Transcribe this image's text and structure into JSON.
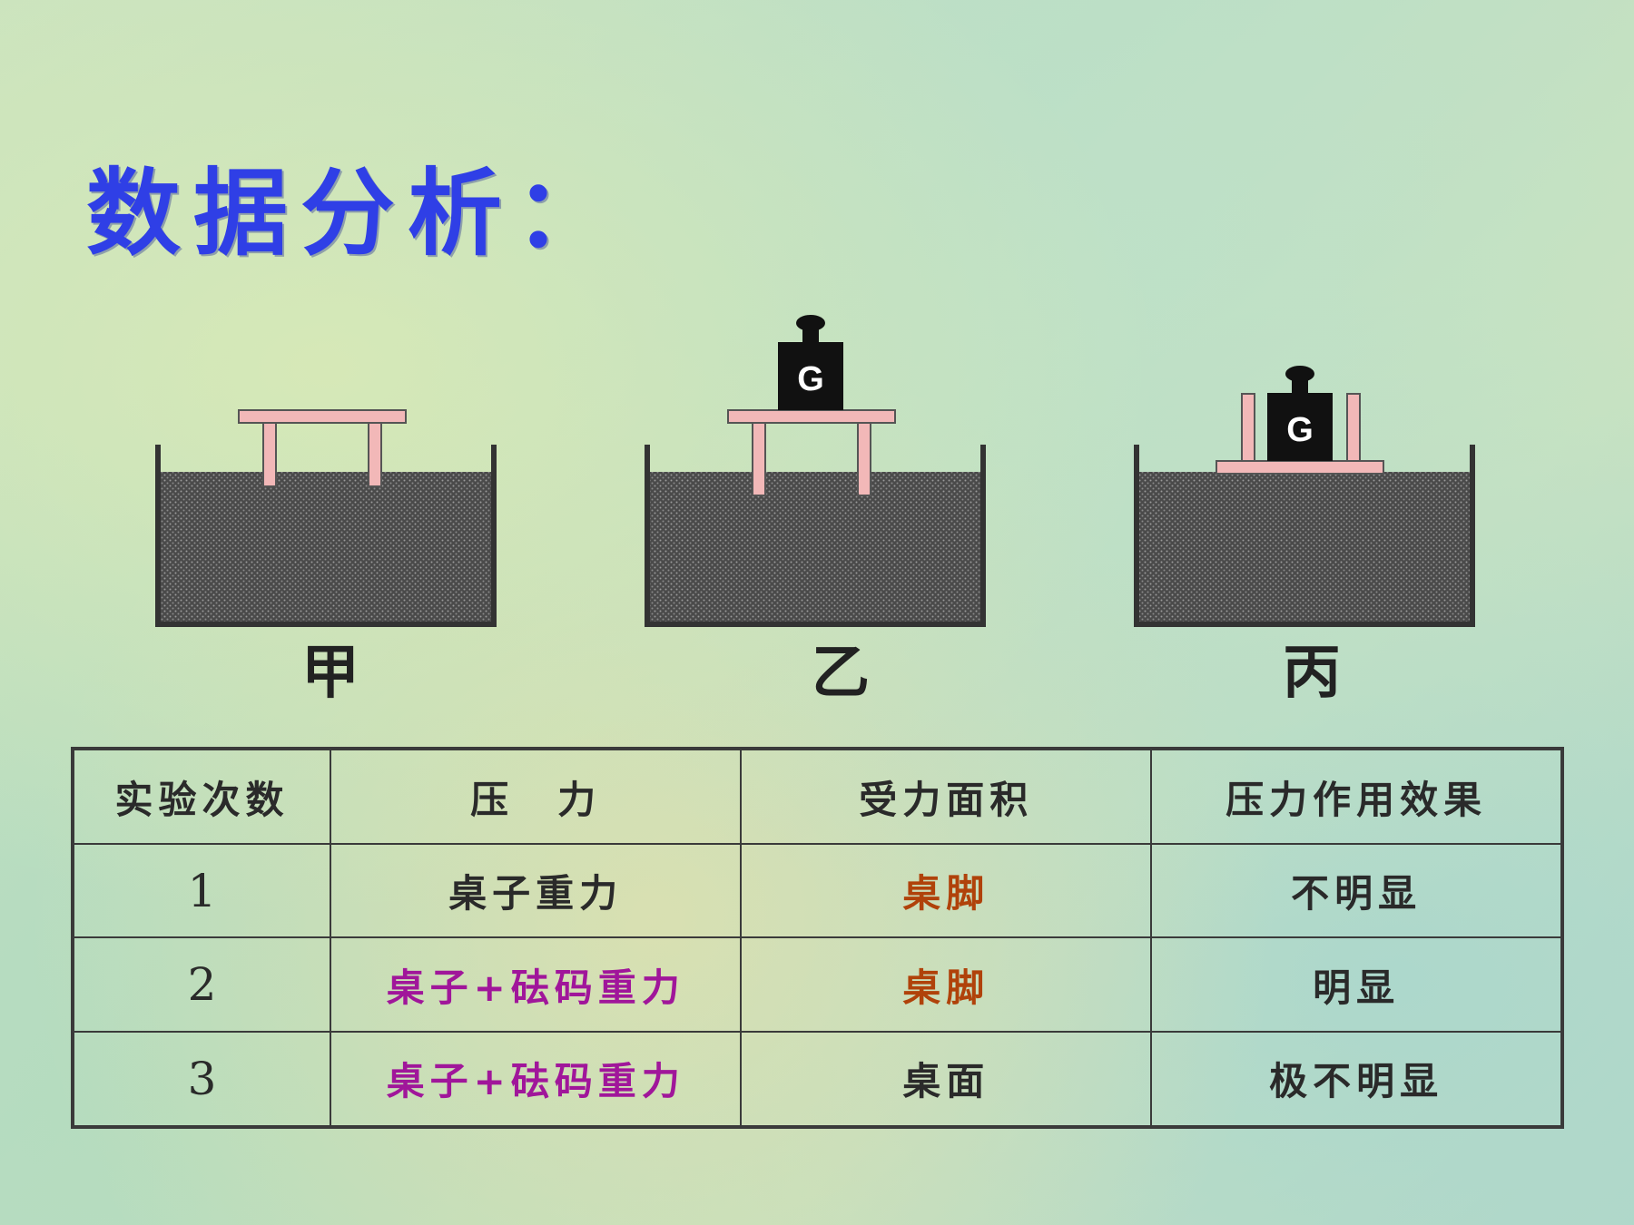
{
  "title": "数据分析：",
  "colors": {
    "title": "#2f3fe6",
    "sand": "#555555",
    "table_wood": "#f2b8b8",
    "weight": "#111111",
    "pressure_highlight": "#a0169a",
    "area_highlight": "#b0420a"
  },
  "diagrams": [
    {
      "label": "甲",
      "weight_label": ""
    },
    {
      "label": "乙",
      "weight_label": "G"
    },
    {
      "label": "丙",
      "weight_label": "G"
    }
  ],
  "table": {
    "headers": [
      "实验次数",
      "压　力",
      "受力面积",
      "压力作用效果"
    ],
    "rows": [
      {
        "num": "1",
        "pressure": "桌子重力",
        "area": "桌脚",
        "effect": "不明显"
      },
      {
        "num": "2",
        "pressure": "桌子+砝码重力",
        "area": "桌脚",
        "effect": "明显"
      },
      {
        "num": "3",
        "pressure": "桌子+砝码重力",
        "area": "桌面",
        "effect": "极不明显"
      }
    ]
  }
}
